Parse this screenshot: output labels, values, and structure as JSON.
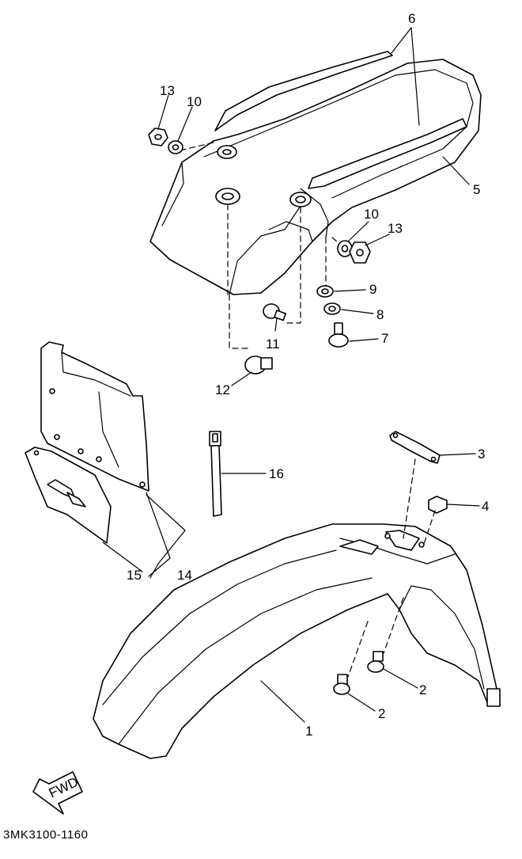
{
  "diagram": {
    "callouts": {
      "c1": "1",
      "c2a": "2",
      "c2b": "2",
      "c3": "3",
      "c4": "4",
      "c5": "5",
      "c6": "6",
      "c7": "7",
      "c8": "8",
      "c9": "9",
      "c10a": "10",
      "c10b": "10",
      "c11": "11",
      "c12": "12",
      "c13a": "13",
      "c13b": "13",
      "c14": "14",
      "c15": "15",
      "c16": "16"
    },
    "fwd_label": "FWD",
    "drawing_code": "3MK3100-1160"
  }
}
